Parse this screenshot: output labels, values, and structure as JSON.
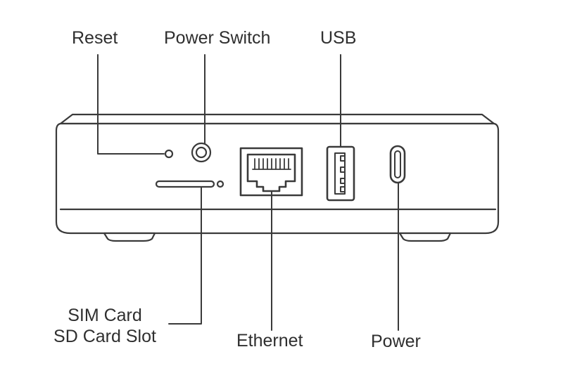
{
  "labels": {
    "reset": "Reset",
    "power_switch": "Power Switch",
    "usb": "USB",
    "sim_card": "SIM Card",
    "sd_card_slot": "SD Card Slot",
    "ethernet": "Ethernet",
    "power": "Power"
  },
  "colors": {
    "stroke": "#3a3a3a",
    "text": "#2f2f2f",
    "background": "#ffffff"
  }
}
